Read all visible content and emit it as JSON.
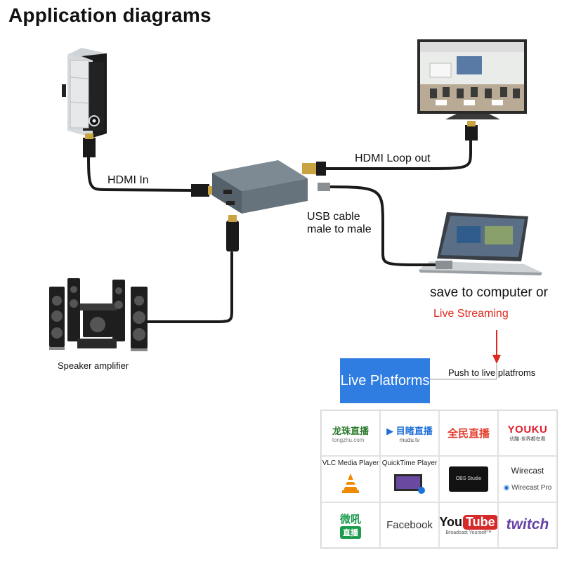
{
  "title": "Application diagrams",
  "labels": {
    "hdmi_in": "HDMI In",
    "hdmi_loop_out": "HDMI Loop out",
    "usb_cable_line1": "USB cable",
    "usb_cable_line2": "male to male",
    "save_to_computer": "save to computer or",
    "live_streaming": "Live Streaming",
    "push_to_live": "Push to live platfroms",
    "live_platforms": "Live Platforms",
    "speaker_amplifier": "Speaker amplifier"
  },
  "platforms": {
    "longzhu": {
      "name": "龙珠直播",
      "sub": "longzhu.com"
    },
    "mudu": {
      "name": "目睹直播",
      "sub": "mudu.tv"
    },
    "quanmin": {
      "name": "全民直播"
    },
    "youku": {
      "name": "YOUKU",
      "sub": "优酷·世界都在看"
    },
    "vlc": {
      "caption": "VLC Media Player"
    },
    "quicktime": {
      "caption": "QuickTime Player"
    },
    "obs": {
      "name": "OBS Studio"
    },
    "wirecast": {
      "title": "Wirecast",
      "pro": "Wirecast Pro"
    },
    "weibo": {
      "name_line1": "微吼",
      "name_line2": "直播"
    },
    "facebook": {
      "name": "Facebook"
    },
    "youtube": {
      "you": "You",
      "tube": "Tube",
      "sub": "Broadcast Yourself™"
    },
    "twitch": {
      "name": "twitch"
    }
  },
  "colors": {
    "accent_blue": "#2f7de1",
    "live_red": "#e0281e",
    "cable": "#1a1a1a",
    "device_gray": "#5c6770"
  }
}
